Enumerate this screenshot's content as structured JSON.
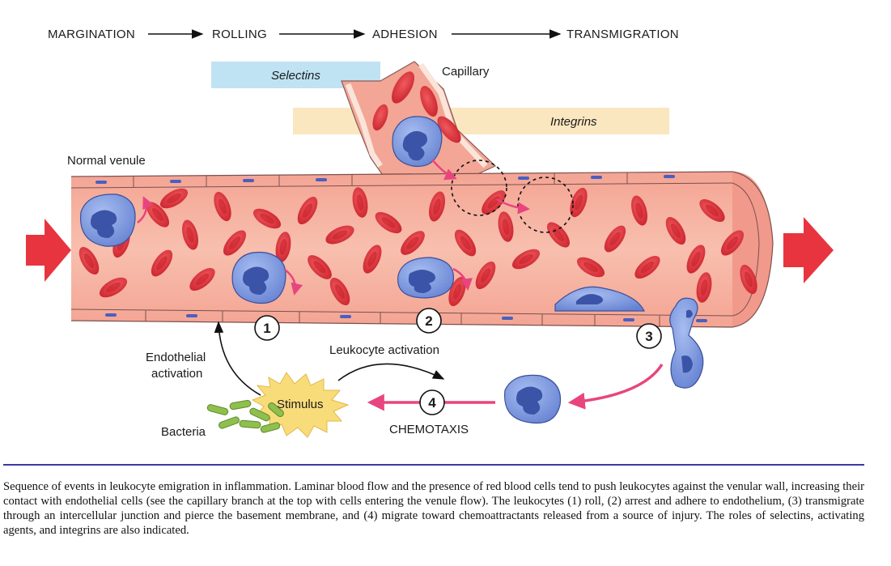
{
  "stages": {
    "margination": "MARGINATION",
    "rolling": "ROLLING",
    "adhesion": "ADHESION",
    "transmigration": "TRANSMIGRATION"
  },
  "molecules": {
    "selectins": "Selectins",
    "integrins": "Integrins"
  },
  "labels": {
    "capillary": "Capillary",
    "normal_venule": "Normal venule",
    "endothelial_activation_line1": "Endothelial",
    "endothelial_activation_line2": "activation",
    "leukocyte_activation": "Leukocyte activation",
    "stimulus": "Stimulus",
    "bacteria": "Bacteria",
    "chemotaxis": "CHEMOTAXIS"
  },
  "steps": [
    "1",
    "2",
    "3",
    "4"
  ],
  "colors": {
    "vessel": "#f6b3a3",
    "red_cell": "#e2323a",
    "leukocyte": "#7d9be0",
    "nucleus": "#3b54a8",
    "selectins_band": "#bfe3f3",
    "integrins_band": "#fbe7bf",
    "stimulus": "#f9dc7a",
    "chemotaxis_arrow": "#e8457e",
    "flow_arrow": "#e8343f",
    "bacteria": "#8fbf4d"
  },
  "caption": "Sequence of events in leukocyte emigration in inflammation. Laminar blood flow and the presence of red blood cells tend to push leukocytes against the venular wall, increasing their contact with endothelial cells (see the capillary branch at the top with cells entering the venule flow). The leukocytes (1) roll, (2) arrest and adhere to endothelium, (3) transmigrate through an intercellular junction and pierce the basement membrane, and (4) migrate toward chemoattractants released from a source of injury. The roles of selectins, activating agents, and integrins are also indicated."
}
